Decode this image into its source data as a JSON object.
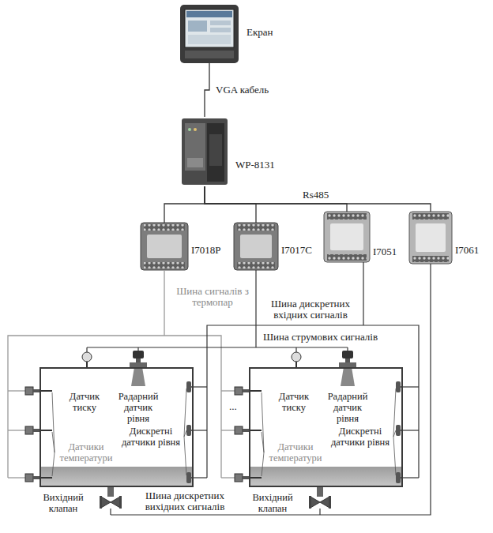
{
  "diagram": {
    "nodes": [
      {
        "text": [
          "Екран"
        ]
      },
      {
        "text": [
          "WP-8131"
        ]
      },
      {
        "text": [
          "I7018P"
        ]
      },
      {
        "text": [
          "I7017C"
        ]
      },
      {
        "text": [
          "I7051"
        ]
      },
      {
        "text": [
          "I7061"
        ]
      },
      {
        "text": [
          "Датчик тиску",
          "Радарний датчик рівня",
          "Дискретні датчики рівня",
          "Датчики температури",
          "Вихідний клапан"
        ]
      },
      {
        "text": [
          "Датчик тиску",
          "Радарний датчик рівня",
          "Дискретні датчики рівня",
          "Датчики температури",
          "Вихідний клапан"
        ]
      }
    ],
    "edges": [
      {
        "from": 0,
        "to": 1,
        "arrow": "none",
        "label": "VGA кабель"
      },
      {
        "from": 1,
        "to": 2,
        "arrow": "none"
      },
      {
        "from": 1,
        "to": 3,
        "arrow": "none"
      },
      {
        "from": 1,
        "to": 4,
        "arrow": "none"
      },
      {
        "from": 1,
        "to": 5,
        "arrow": "none"
      }
    ],
    "labels": [
      "Rs485",
      "Шина сигналів з термопар",
      "Шина дискретних вхідних сигналів",
      "Шина струмових сигналів",
      "Шина дискретних вихідних сигналів",
      "..."
    ]
  }
}
